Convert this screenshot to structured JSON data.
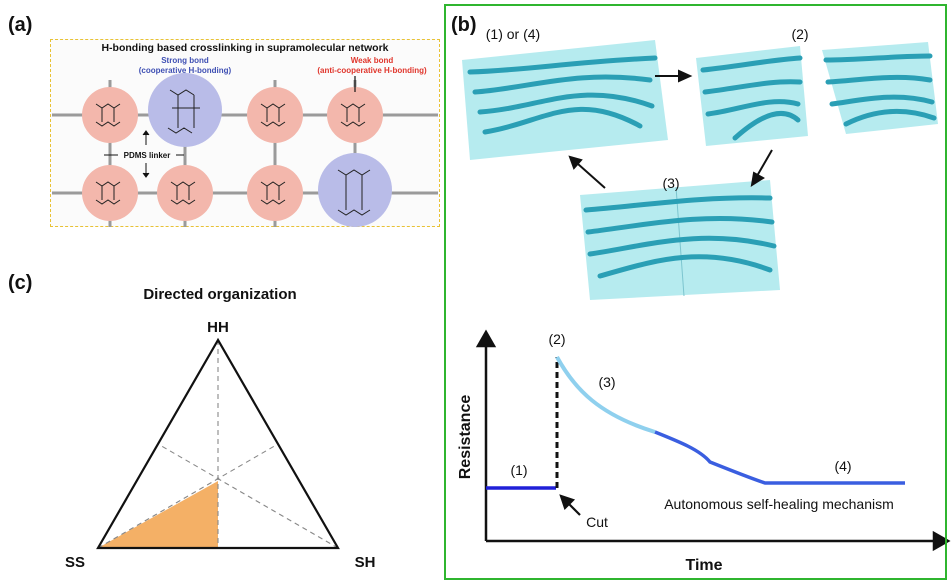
{
  "panel_a": {
    "label": "(a)",
    "title": "H-bonding based crosslinking in supramolecular network",
    "strong_bond": "Strong bond",
    "strong_bond_sub": "(cooperative H-bonding)",
    "weak_bond": "Weak bond",
    "weak_bond_sub": "(anti-cooperative H-bonding)",
    "linker": "PDMS linker",
    "colors": {
      "strong": "#3e4fb3",
      "weak": "#e0352b",
      "pink_node": "#f3b7ac",
      "blue_node": "#b9bce8"
    }
  },
  "panel_b": {
    "label": "(b)",
    "states": {
      "s1": "(1) or (4)",
      "s2": "(2)",
      "s3": "(3)"
    },
    "graph": {
      "ylabel": "Resistance",
      "xlabel": "Time",
      "points": {
        "p1": "(1)",
        "p2": "(2)",
        "p3": "(3)",
        "p4": "(4)"
      },
      "cut": "Cut",
      "mechanism": "Autonomous self-healing mechanism",
      "colors": {
        "initial": "#2020d8",
        "healing": "#8fd0ee",
        "late": "#3a5ee0",
        "frame": "#2fb52f"
      }
    }
  },
  "panel_c": {
    "label": "(c)",
    "title": "Directed organization",
    "vertices": {
      "top": "HH",
      "left": "SS",
      "right": "SH"
    },
    "colors": {
      "fill": "#f4b066"
    }
  }
}
